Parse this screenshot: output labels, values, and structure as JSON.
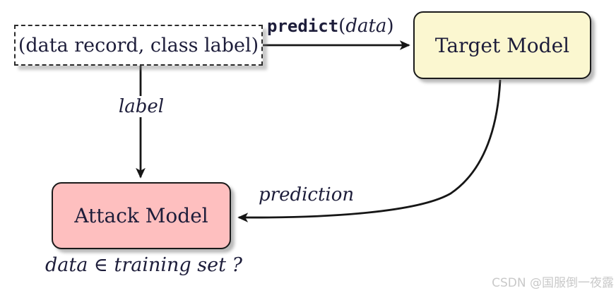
{
  "nodes": {
    "data_record": {
      "label": "(data record, class label)"
    },
    "target_model": {
      "label": "Target Model"
    },
    "attack_model": {
      "label": "Attack Model"
    }
  },
  "edges": {
    "predict": {
      "fn": "predict",
      "open": "(",
      "arg": "data",
      "close": ")"
    },
    "label": {
      "text": "label"
    },
    "prediction": {
      "text": "prediction"
    }
  },
  "caption": {
    "text": "data ∈ training set ?"
  },
  "watermark": {
    "text": "CSDN @国服倒一夜露"
  },
  "colors": {
    "target_fill": "#fbf7d0",
    "attack_fill": "#febfbf",
    "ink": "#1d1d3a",
    "arrow": "#161616",
    "watermark_gray": "#c9c9c9"
  }
}
